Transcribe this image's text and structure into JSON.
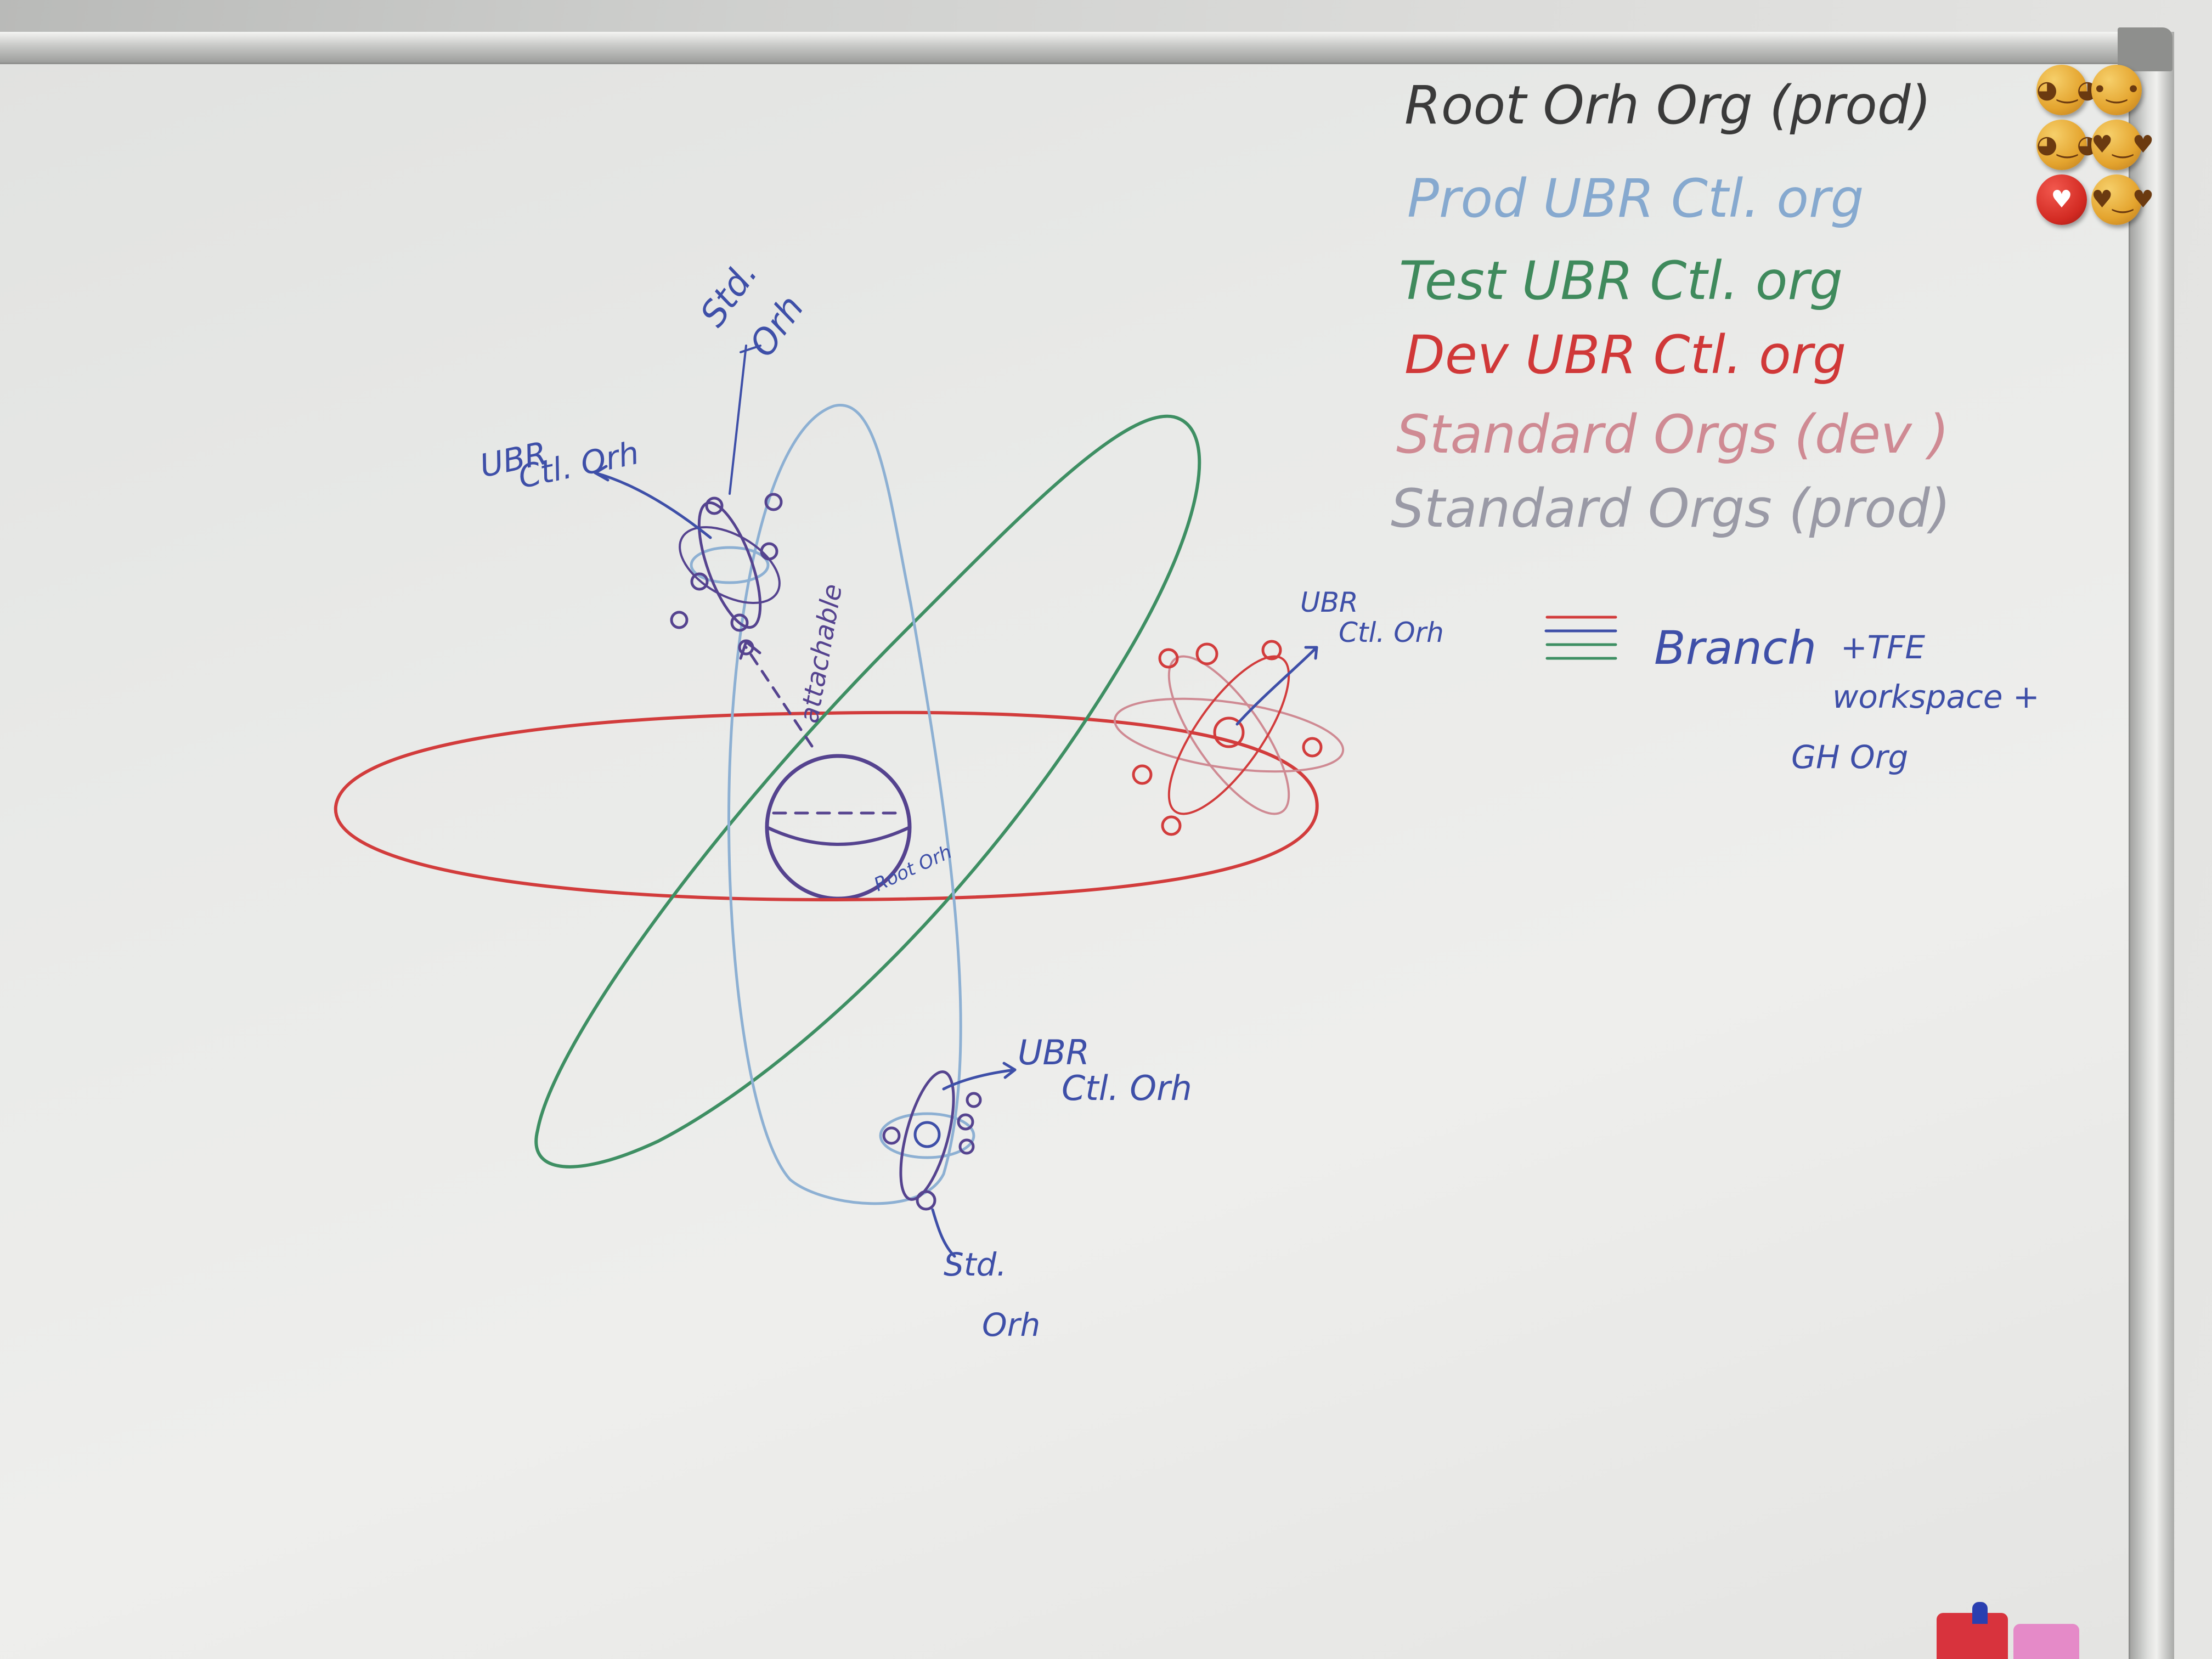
{
  "legend": {
    "items": [
      {
        "text": "Root Orh Org (prod)",
        "color": "#3a3a3a"
      },
      {
        "text": "Prod UBR Ctl. org",
        "color": "#86a9cf"
      },
      {
        "text": "Test UBR Ctl. org",
        "color": "#3f8a5c"
      },
      {
        "text": "Dev UBR Ctl. org",
        "color": "#d03838"
      },
      {
        "text": "Standard Orgs (dev )",
        "color": "#cf8a93"
      },
      {
        "text": "Standard Orgs (prod)",
        "color": "#9a9aa6"
      }
    ]
  },
  "branch_note": {
    "label": "Branch",
    "line2": "+TFE",
    "line3": "workspace +",
    "line4": "GH Org"
  },
  "labels": {
    "top_ctl": [
      "UBR",
      "Ctl. Orh"
    ],
    "top_std": [
      "Std.",
      "Orh"
    ],
    "right_ctl": [
      "UBR",
      "Ctl. Orh"
    ],
    "bottom_ctl": [
      "UBR",
      "Ctl. Orh"
    ],
    "bottom_std": [
      "Std.",
      "Orh"
    ],
    "vertical": "attachable",
    "root": "Root Orh"
  },
  "colors": {
    "blue_ink": "#3e4fa8",
    "purple_ink": "#55438f",
    "red_ink": "#d23c3c",
    "green_ink": "#3e8f63",
    "lightblue_ink": "#8db0d3"
  },
  "magnets": [
    {
      "icon": "face-wink-icon",
      "glyph": "◕‿◕"
    },
    {
      "icon": "face-bandage-icon",
      "glyph": "•‿•"
    },
    {
      "icon": "face-wink-icon",
      "glyph": "◕‿◕"
    },
    {
      "icon": "face-heart-eyes-icon",
      "glyph": "♥‿♥"
    },
    {
      "icon": "heart-icon",
      "glyph": "♥"
    },
    {
      "icon": "face-heart-eyes-icon",
      "glyph": "♥‿♥"
    }
  ]
}
